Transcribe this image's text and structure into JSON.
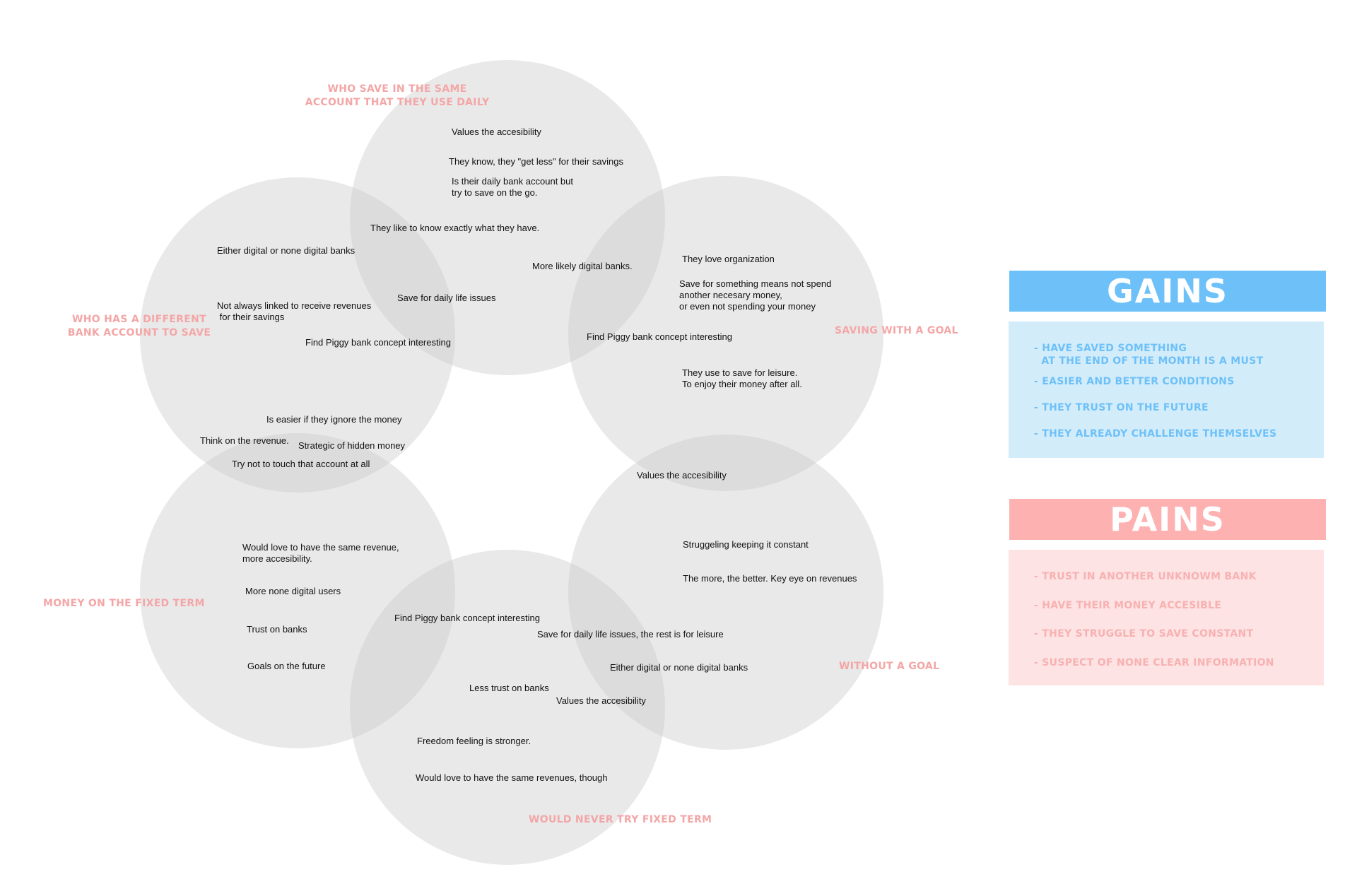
{
  "colors": {
    "label": "#f4a6a6",
    "circle_fill": "#c8c8ca",
    "gains_header": "#6ec1f8",
    "gains_body_bg": "#d3ecfa",
    "gains_text": "#6ec1f8",
    "pains_header": "#fdb1b1",
    "pains_body_bg": "#fde3e4",
    "pains_text": "#f8b1b1"
  },
  "groups": {
    "top": "WHO SAVE IN THE SAME\nACCOUNT THAT THEY USE DAILY",
    "left": "WHO HAS A DIFFERENT\nBANK ACCOUNT TO SAVE",
    "right": "SAVING WITH A GOAL",
    "bottom_left": "MONEY ON THE FIXED TERM",
    "bottom_right": "WITHOUT A GOAL",
    "bottom": "WOULD NEVER TRY FIXED TERM"
  },
  "notes": {
    "top": [
      "Values the accesibility",
      "They know, they \"get less\" for their savings",
      "Is their daily bank account but\ntry to save on the go.",
      "They like to know exactly what they have.",
      "More likely digital banks.",
      "Save for daily life issues"
    ],
    "left": [
      "Either digital or none digital banks",
      "Not always linked to receive revenues\n for their savings",
      "Find Piggy bank concept interesting",
      "Is easier if they ignore the money",
      "Think on the revenue.",
      "Strategic of hidden money",
      "Try not to touch that account at all"
    ],
    "right": [
      "They love organization",
      "Save for something means not spend\nanother necesary money,\nor even not spending your money",
      "Find Piggy bank concept interesting",
      "They use to save for leisure.\nTo enjoy their money after all."
    ],
    "bottom_right": [
      "Values the accesibility",
      "Struggeling keeping it constant",
      "The more, the better. Key eye on revenues",
      "Save for daily life issues, the rest is for leisure",
      "Either digital or none digital banks"
    ],
    "bottom_left": [
      "Would love to have the same revenue,\nmore accesibility.",
      "More none digital users",
      "Trust on banks",
      "Goals on the future",
      "Find Piggy bank concept interesting"
    ],
    "bottom": [
      "Less trust on banks",
      "Values the accesibility",
      "Freedom feeling is stronger.",
      "Would love to have the same revenues, though"
    ]
  },
  "gains": {
    "title": "GAINS",
    "items": [
      "- HAVE SAVED SOMETHING\n  AT THE END OF THE MONTH IS A MUST",
      "- EASIER AND BETTER CONDITIONS",
      "- THEY TRUST ON THE FUTURE",
      "- THEY ALREADY CHALLENGE THEMSELVES"
    ]
  },
  "pains": {
    "title": "PAINS",
    "items": [
      "- TRUST IN ANOTHER UNKNOWM BANK",
      "- HAVE THEIR MONEY ACCESIBLE",
      "- THEY STRUGGLE TO SAVE CONSTANT",
      "- SUSPECT OF NONE CLEAR INFORMATION"
    ]
  }
}
